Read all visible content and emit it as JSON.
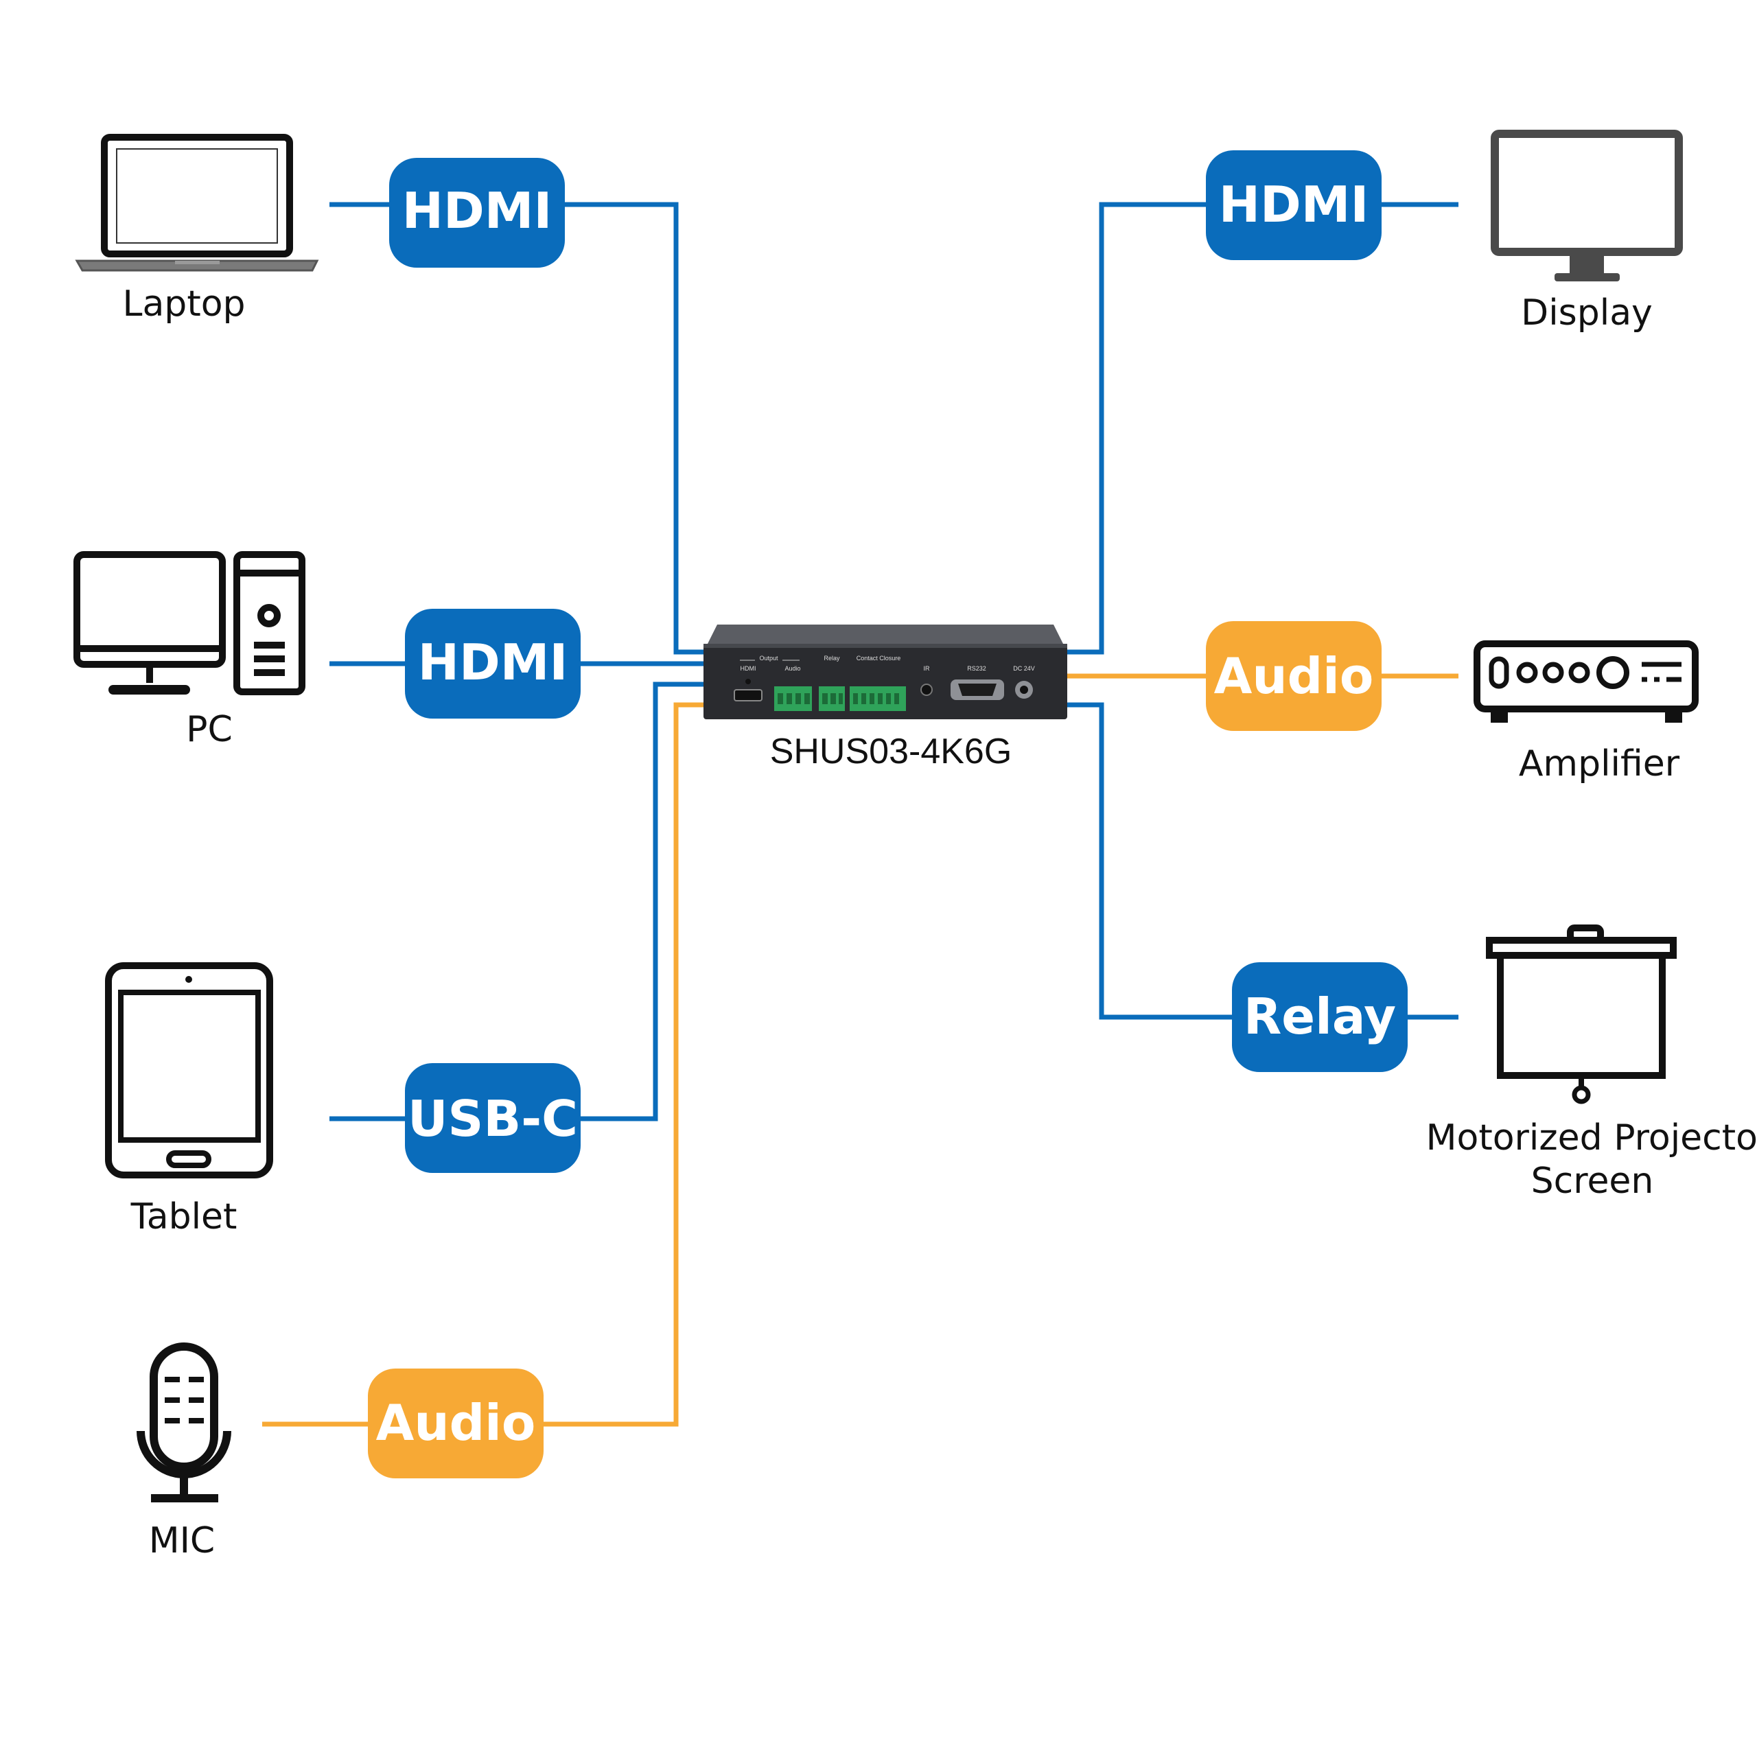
{
  "colors": {
    "blue": "#0a6cbb",
    "orange": "#f7a935",
    "icon": "#111111",
    "display_icon": "#4a4a4a"
  },
  "device": {
    "model": "SHUS03-4K6G",
    "panel": {
      "output": "Output",
      "hdmi": "HDMI",
      "audio": "Audio",
      "relay": "Relay",
      "contact_closure": "Contact Closure",
      "ir": "IR",
      "rs232": "RS232",
      "dc": "DC 24V"
    }
  },
  "inputs": [
    {
      "device": "Laptop",
      "icon": "laptop-icon",
      "connector": "HDMI",
      "type": "video"
    },
    {
      "device": "PC",
      "icon": "desktop-pc-icon",
      "connector": "HDMI",
      "type": "video"
    },
    {
      "device": "Tablet",
      "icon": "tablet-icon",
      "connector": "USB-C",
      "type": "video"
    },
    {
      "device": "MIC",
      "icon": "microphone-icon",
      "connector": "Audio",
      "type": "audio"
    }
  ],
  "outputs": [
    {
      "device": "Display",
      "icon": "monitor-icon",
      "connector": "HDMI",
      "type": "video"
    },
    {
      "device": "Amplifier",
      "icon": "amplifier-icon",
      "connector": "Audio",
      "type": "audio"
    },
    {
      "device_line1": "Motorized Projector",
      "device_line2": "Screen",
      "icon": "projector-screen-icon",
      "connector": "Relay",
      "type": "relay"
    }
  ]
}
